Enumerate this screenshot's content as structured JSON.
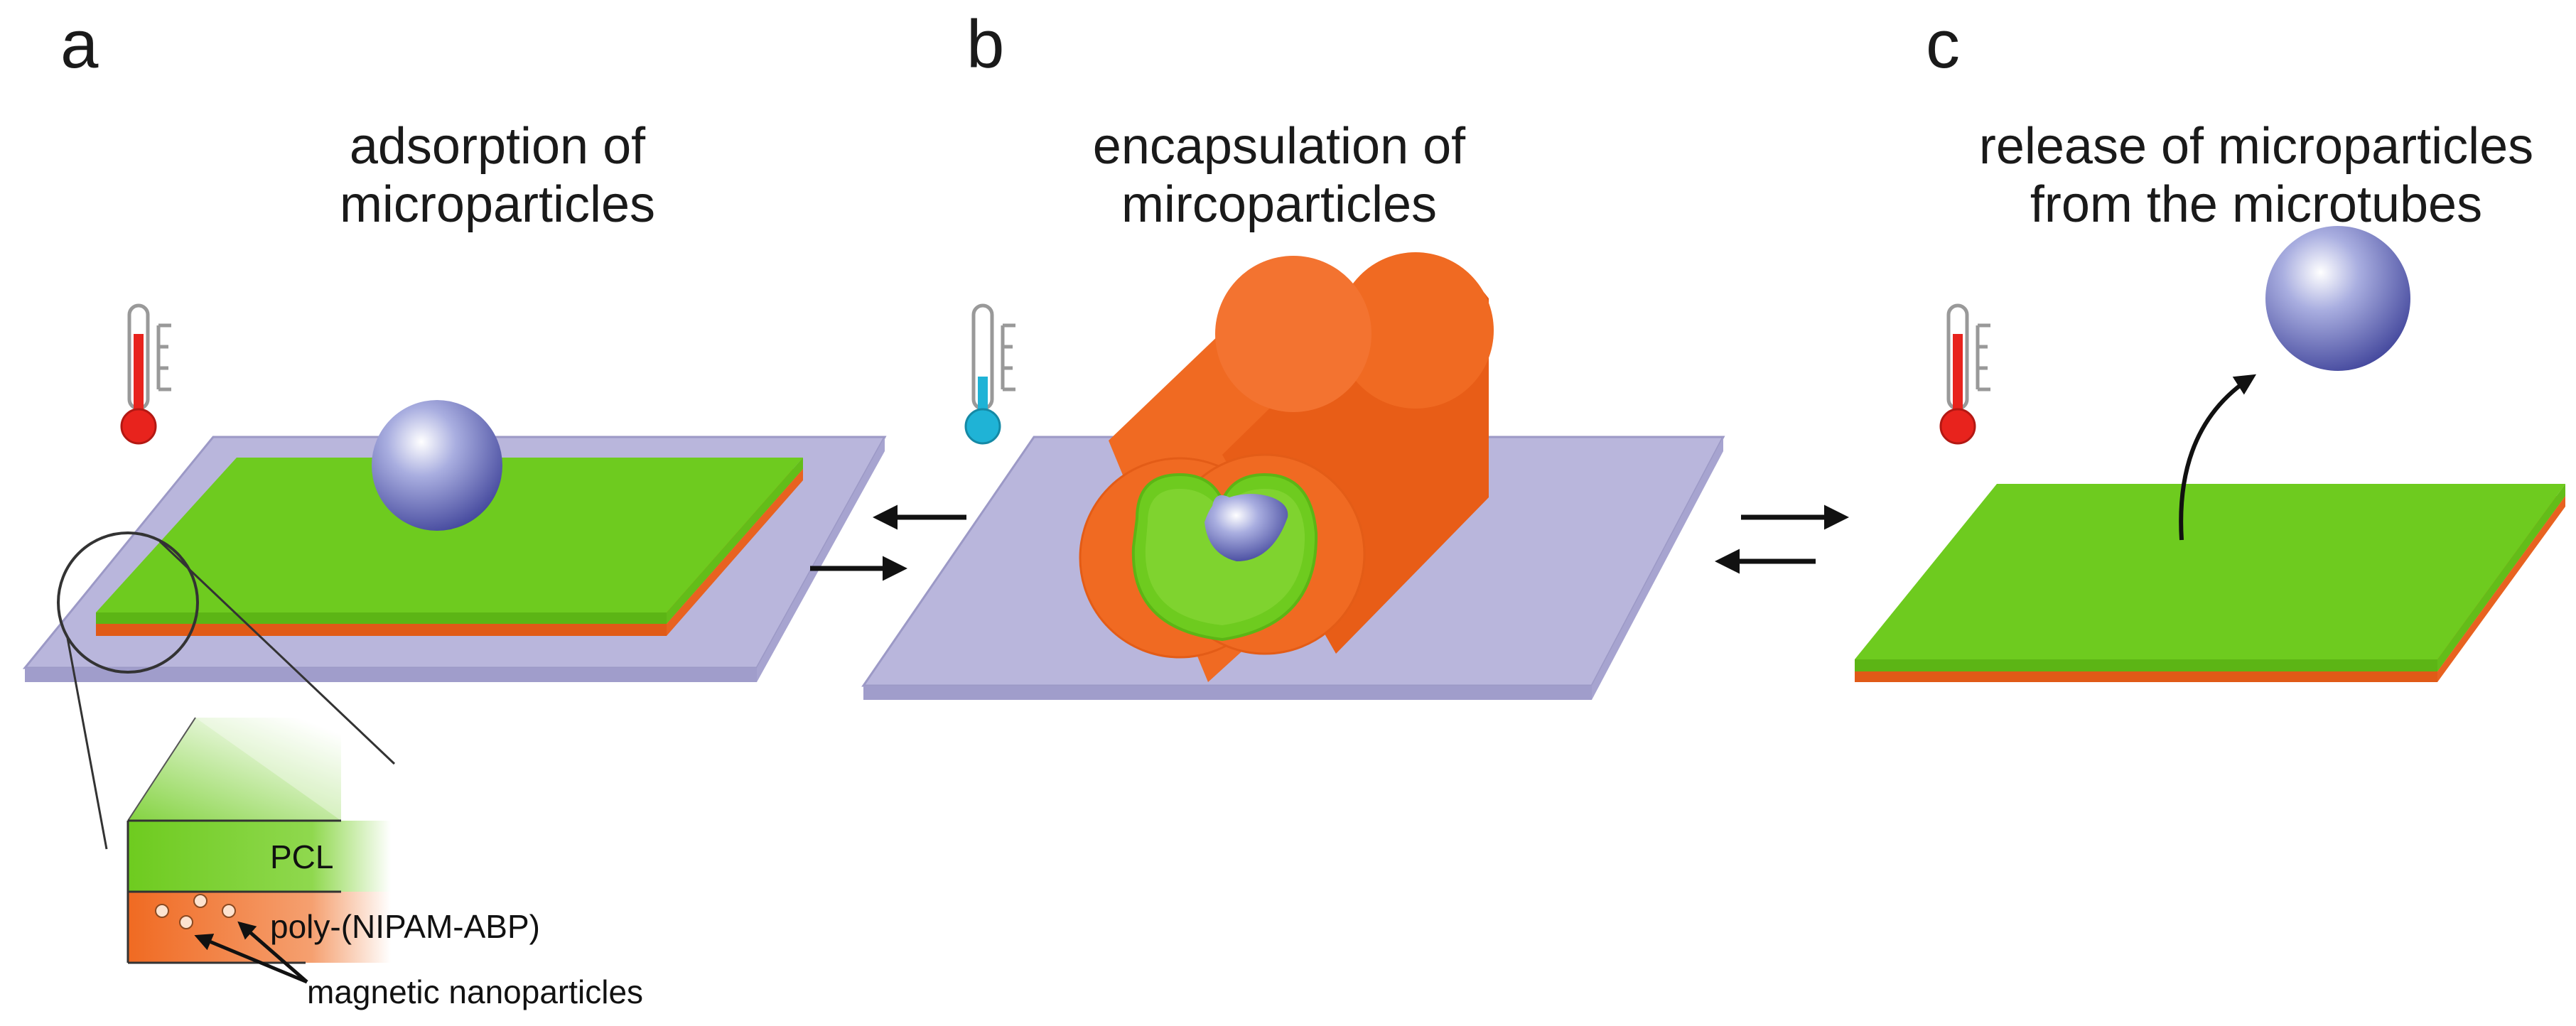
{
  "panels": {
    "a": {
      "letter": "a",
      "caption_line1": "adsorption of",
      "caption_line2": "microparticles",
      "thermometer": "hot"
    },
    "b": {
      "letter": "b",
      "caption_line1": "encapsulation of",
      "caption_line2": "mircoparticles",
      "thermometer": "cold"
    },
    "c": {
      "letter": "c",
      "caption_line1": "release of microparticles",
      "caption_line2": "from the microtubes",
      "thermometer": "hot"
    }
  },
  "inset_labels": {
    "pcl": "PCL",
    "polymer": "poly-(NIPAM-ABP)",
    "nanoparticles": "magnetic nanoparticles"
  },
  "icons": [
    "thermometer-hot-icon",
    "thermometer-cold-icon",
    "reversible-arrow-icon",
    "curved-arrow-icon",
    "magnifier-circle-icon"
  ],
  "colors": {
    "substrate": "#b9b6dc",
    "pcl_green": "#6ecb1f",
    "polymer_orange": "#f06a22",
    "sphere_blue": "#4a4ea8",
    "thermo_hot": "#e8231d",
    "thermo_cold": "#1fb3d6"
  }
}
